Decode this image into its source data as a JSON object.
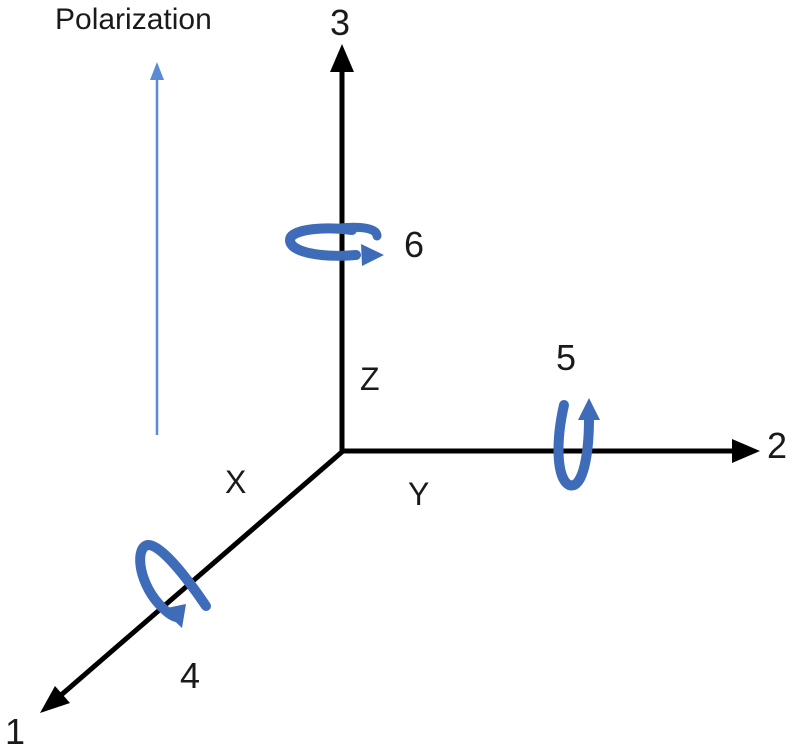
{
  "polarization": {
    "label": "Polarization",
    "color": "#5b8ad6"
  },
  "axes": {
    "color": "#000000",
    "x": {
      "number": "1",
      "letter": "X"
    },
    "y": {
      "number": "2",
      "letter": "Y"
    },
    "z": {
      "number": "3",
      "letter": "Z"
    }
  },
  "rotations": {
    "color": "#3f6cb8",
    "about_x": "4",
    "about_y": "5",
    "about_z": "6"
  }
}
